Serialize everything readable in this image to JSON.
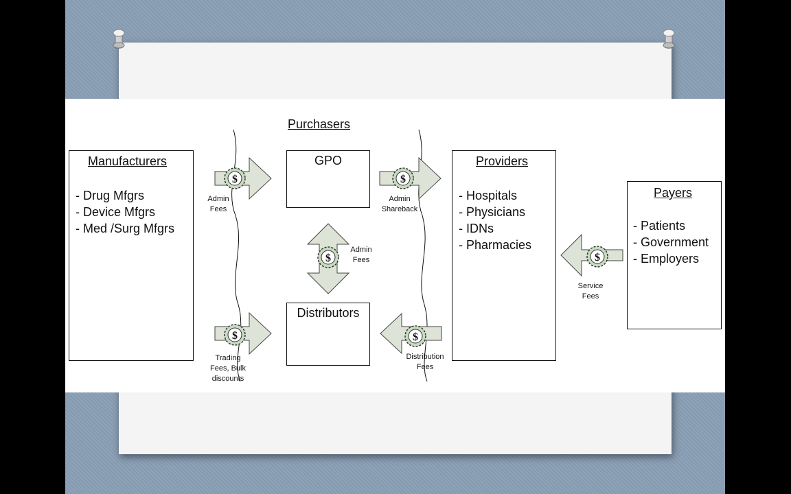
{
  "diagram": {
    "purchasers_heading": "Purchasers",
    "manufacturers": {
      "title": "Manufacturers",
      "items": [
        "- Drug Mfgrs",
        "- Device Mfgrs",
        "- Med /Surg Mfgrs"
      ]
    },
    "gpo": {
      "title": "GPO"
    },
    "distributors": {
      "title": "Distributors"
    },
    "providers": {
      "title": "Providers",
      "items": [
        "- Hospitals",
        "- Physicians",
        "- IDNs",
        "- Pharmacies"
      ]
    },
    "payers": {
      "title": "Payers",
      "items": [
        "- Patients",
        "- Government",
        "- Employers"
      ]
    },
    "flows": {
      "admin_fees_mfr": [
        "Admin",
        "Fees"
      ],
      "admin_shareback": [
        "Admin",
        "Shareback"
      ],
      "admin_fees_vertical": [
        "Admin",
        "Fees"
      ],
      "service_fees": [
        "Service",
        "Fees"
      ],
      "trading_fees": [
        "Trading",
        "Fees, Bulk",
        "discounts"
      ],
      "distribution_fees": [
        "Distribution",
        "Fees"
      ]
    },
    "money_symbol": "$"
  },
  "colors": {
    "slide_background": "#8a9fb5",
    "arrow_fill": "#dde3d6",
    "bag_fill": "#c7dbc0"
  }
}
